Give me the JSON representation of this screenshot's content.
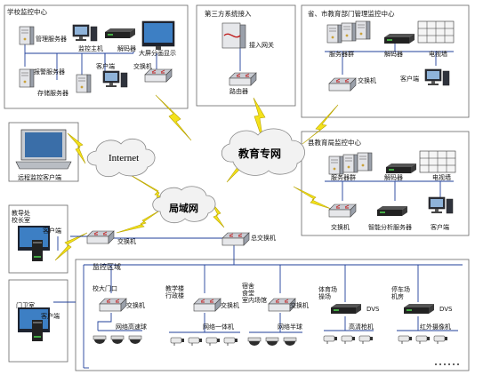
{
  "title": "",
  "colors": {
    "link_blue": "#1f3f9a",
    "bolt_yellow": "#f4e21b",
    "bolt_edge": "#b9a400",
    "frame": "#555555"
  },
  "school_center": {
    "title": "学校监控中心",
    "server_label": "管理服务器",
    "control_host_label": "监控主机",
    "decoder_label": "解码器",
    "tv_wall_label": "大屏分画显示",
    "alarm_server_label": "报警服务器",
    "storage_server_label": "存储服务器",
    "client_label": "客户端",
    "switch_label": "交换机"
  },
  "third_party": {
    "title": "第三方系统接入",
    "gateway_label": "接入网关",
    "router_label": "路由器"
  },
  "provincial": {
    "title": "省、市教育部门管理监控中心",
    "servers_label": "服务器群",
    "decoder_label": "解码器",
    "tvwall_label": "电视墙",
    "switch_label": "交换机",
    "client_label": "客户端"
  },
  "district": {
    "title": "县教育局监控中心",
    "servers_label": "服务器群",
    "decoder_label": "解码器",
    "tvwall_label": "电视墙",
    "switch_label": "交换机",
    "analysis_label": "智能分析服务器",
    "client_label": "客户端"
  },
  "clouds": {
    "internet": "Internet",
    "edu_net": "教育专网",
    "lan": "局域网"
  },
  "remote_client": {
    "label": "远程监控客户端"
  },
  "left_offices": {
    "office1_title": "教导处\n校长室",
    "office1_client": "客户端",
    "office2_title": "门卫室",
    "office2_client": "客户端",
    "switch_label": "交换机",
    "core_switch_label": "总交换机"
  },
  "monitor_area": {
    "title": "监控区域",
    "zones": [
      {
        "title": "校大门口",
        "switch": "交换机",
        "bottom": "网络高速球"
      },
      {
        "title": "教学楼\n行政楼",
        "switch": "交换机",
        "bottom": "网络一体机"
      },
      {
        "title": "宿舍\n食堂\n室内场馆",
        "switch": "交换机",
        "bottom": "网络半球"
      },
      {
        "title": "体育场\n操场",
        "switch": "DVS",
        "bottom": "高清枪机"
      },
      {
        "title": "停车场\n机房",
        "switch": "DVS",
        "bottom": "红外摄像机"
      }
    ]
  }
}
